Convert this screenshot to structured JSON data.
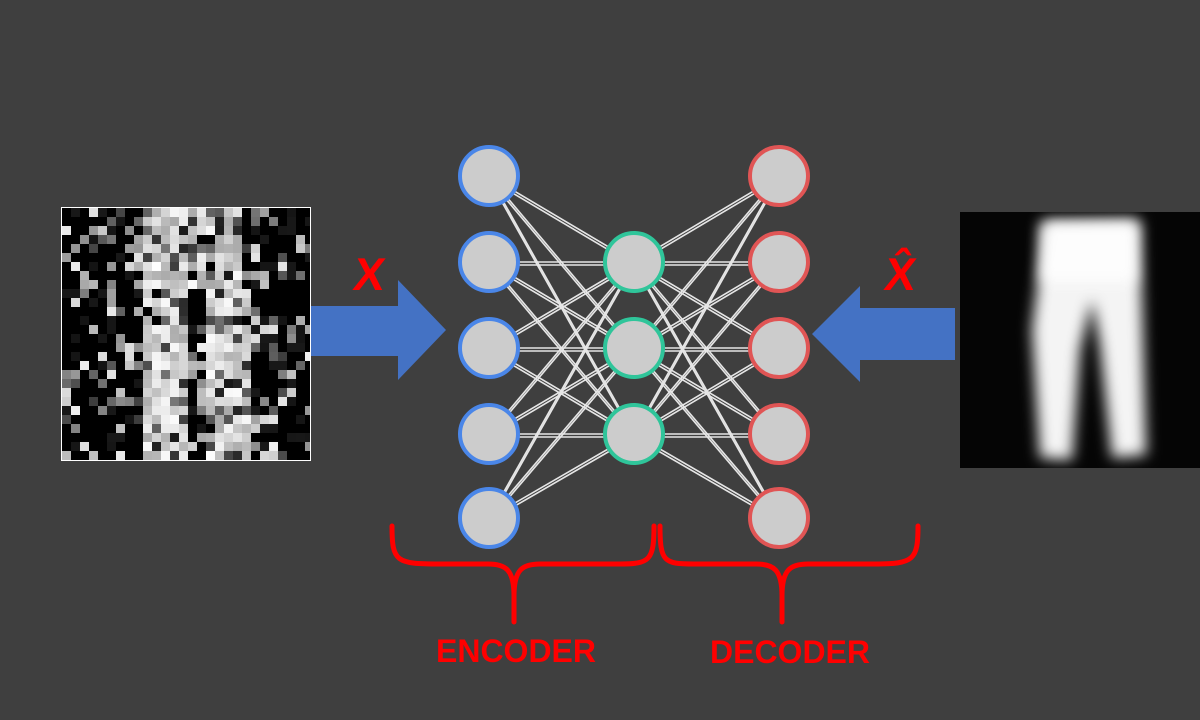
{
  "input_symbol": "X",
  "output_symbol": "X̂",
  "encoder_label": "ENCODER",
  "decoder_label": "DECODER",
  "network": {
    "layers": [
      {
        "name": "input",
        "nodes": 5,
        "ring_color": "#4a86e8"
      },
      {
        "name": "code",
        "nodes": 3,
        "ring_color": "#2fc59a"
      },
      {
        "name": "output",
        "nodes": 5,
        "ring_color": "#e05555"
      }
    ],
    "node_fill": "#cccccc"
  },
  "colors": {
    "background": "#3f3f3f",
    "arrow": "#4472c4",
    "annotation": "#ff0000",
    "connection": "#e6e6e6"
  }
}
